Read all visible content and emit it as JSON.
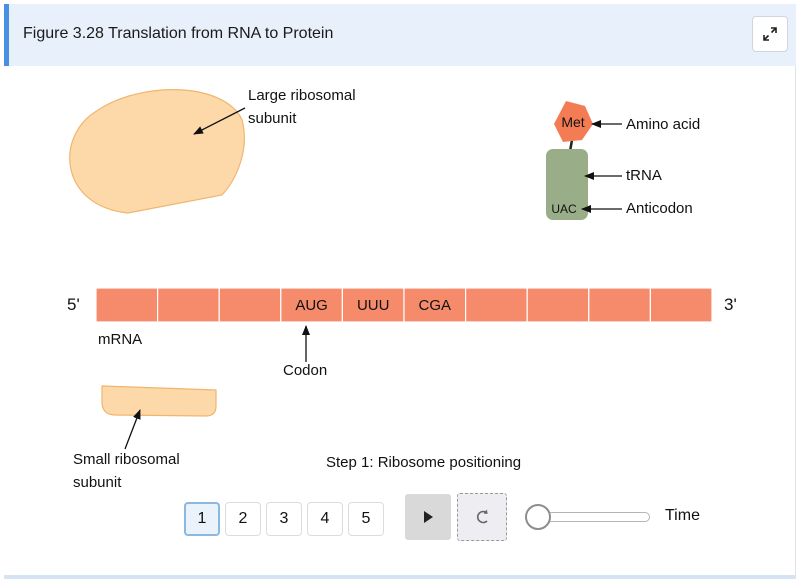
{
  "figure": {
    "title": "Figure 3.28 Translation from RNA to Protein"
  },
  "labels": {
    "large_subunit_line1": "Large ribosomal",
    "large_subunit_line2": "subunit",
    "small_subunit_line1": "Small ribosomal",
    "small_subunit_line2": "subunit",
    "amino_acid": "Amino acid",
    "trna": "tRNA",
    "anticodon": "Anticodon",
    "met": "Met",
    "uac": "UAC",
    "five_prime": "5'",
    "three_prime": "3'",
    "mrna": "mRNA",
    "codon": "Codon"
  },
  "mrna": {
    "codons": [
      "",
      "",
      "",
      "AUG",
      "UUU",
      "CGA",
      "",
      "",
      "",
      ""
    ]
  },
  "controls": {
    "step_text": "Step 1: Ribosome positioning",
    "steps": [
      "1",
      "2",
      "3",
      "4",
      "5"
    ],
    "active_step": "1",
    "time_label": "Time",
    "time_value": 0
  },
  "colors": {
    "header_bg": "#e8f1fb",
    "header_accent": "#4a90e2",
    "ribosome": "#fdd9a9",
    "ribosome_stroke": "#f0b56e",
    "mrna": "#f58b6b",
    "trna": "#99ad89",
    "amino_acid": "#f47c55"
  },
  "icons": {
    "expand": "expand-icon",
    "play": "play-icon",
    "reset": "reset-icon",
    "cursor": "mouse-cursor-icon"
  }
}
